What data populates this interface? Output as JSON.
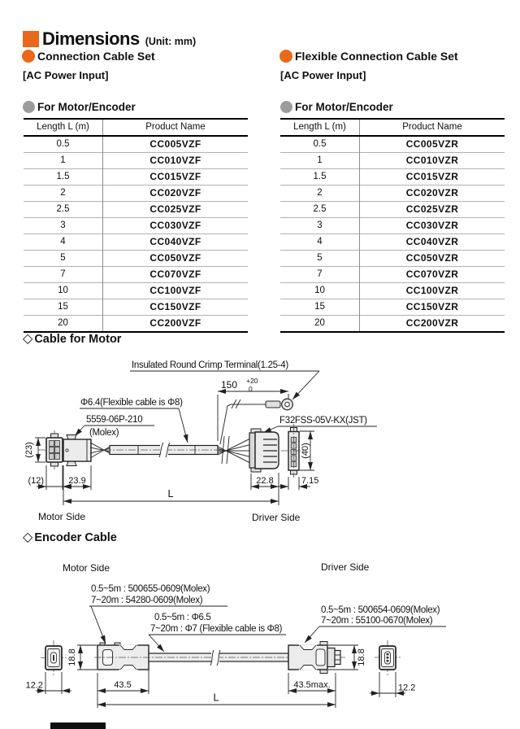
{
  "colors": {
    "accent_orange": "#E8681C",
    "bullet_gray": "#9C9C9C",
    "line_black": "#1A1A1A",
    "part_fill": "#ECECEC"
  },
  "icons": {
    "diamond": "◇"
  },
  "header": {
    "title": "Dimensions",
    "unit": "(Unit: mm)"
  },
  "columns": {
    "left": {
      "set_title": "Connection Cable Set",
      "power": "[AC Power Input]",
      "subheading": "For Motor/Encoder",
      "table": {
        "headers": [
          "Length L (m)",
          "Product Name"
        ],
        "rows": [
          [
            "0.5",
            "CC005VZF"
          ],
          [
            "1",
            "CC010VZF"
          ],
          [
            "1.5",
            "CC015VZF"
          ],
          [
            "2",
            "CC020VZF"
          ],
          [
            "2.5",
            "CC025VZF"
          ],
          [
            "3",
            "CC030VZF"
          ],
          [
            "4",
            "CC040VZF"
          ],
          [
            "5",
            "CC050VZF"
          ],
          [
            "7",
            "CC070VZF"
          ],
          [
            "10",
            "CC100VZF"
          ],
          [
            "15",
            "CC150VZF"
          ],
          [
            "20",
            "CC200VZF"
          ]
        ]
      }
    },
    "right": {
      "set_title": "Flexible Connection Cable Set",
      "power": "[AC Power Input]",
      "subheading": "For Motor/Encoder",
      "table": {
        "headers": [
          "Length L (m)",
          "Product Name"
        ],
        "rows": [
          [
            "0.5",
            "CC005VZR"
          ],
          [
            "1",
            "CC010VZR"
          ],
          [
            "1.5",
            "CC015VZR"
          ],
          [
            "2",
            "CC020VZR"
          ],
          [
            "2.5",
            "CC025VZR"
          ],
          [
            "3",
            "CC030VZR"
          ],
          [
            "4",
            "CC040VZR"
          ],
          [
            "5",
            "CC050VZR"
          ],
          [
            "7",
            "CC070VZR"
          ],
          [
            "10",
            "CC100VZR"
          ],
          [
            "15",
            "CC150VZR"
          ],
          [
            "20",
            "CC200VZR"
          ]
        ]
      }
    }
  },
  "motor_cable": {
    "heading": "Cable for Motor",
    "labels": {
      "crimp": "Insulated Round Crimp Terminal(1.25-4)",
      "dim150": "150",
      "tol_plus": "+20",
      "tol_zero": "0",
      "cable_dia": "Φ6.4(Flexible cable is Φ8)",
      "conn_model": "5559-06P-210",
      "conn_maker": "(Molex)",
      "driver_conn": "F32FSS-05V-KX(JST)",
      "dim23": "(23)",
      "dim12": "(12)",
      "dim239": "23.9",
      "dim228": "22.8",
      "dim40": "(40)",
      "dim715": "7.15",
      "dimL": "L",
      "motor_side": "Motor Side",
      "driver_side": "Driver Side"
    }
  },
  "encoder_cable": {
    "heading": "Encoder Cable",
    "labels": {
      "motor_side": "Motor Side",
      "driver_side": "Driver Side",
      "motor_conn_a": "0.5~5m : 500655-0609(Molex)",
      "motor_conn_b": "7~20m : 54280-0609(Molex)",
      "cable_a": "0.5~5m : Φ6.5",
      "cable_b": "7~20m : Φ7 (Flexible cable is Φ8)",
      "driver_conn_a": "0.5~5m : 500654-0609(Molex)",
      "driver_conn_b": "7~20m : 55100-0670(Molex)",
      "dim188": "18.8",
      "dim122": "12.2",
      "dim435": "43.5",
      "dim435max": "43.5max.",
      "dimL": "L"
    }
  }
}
